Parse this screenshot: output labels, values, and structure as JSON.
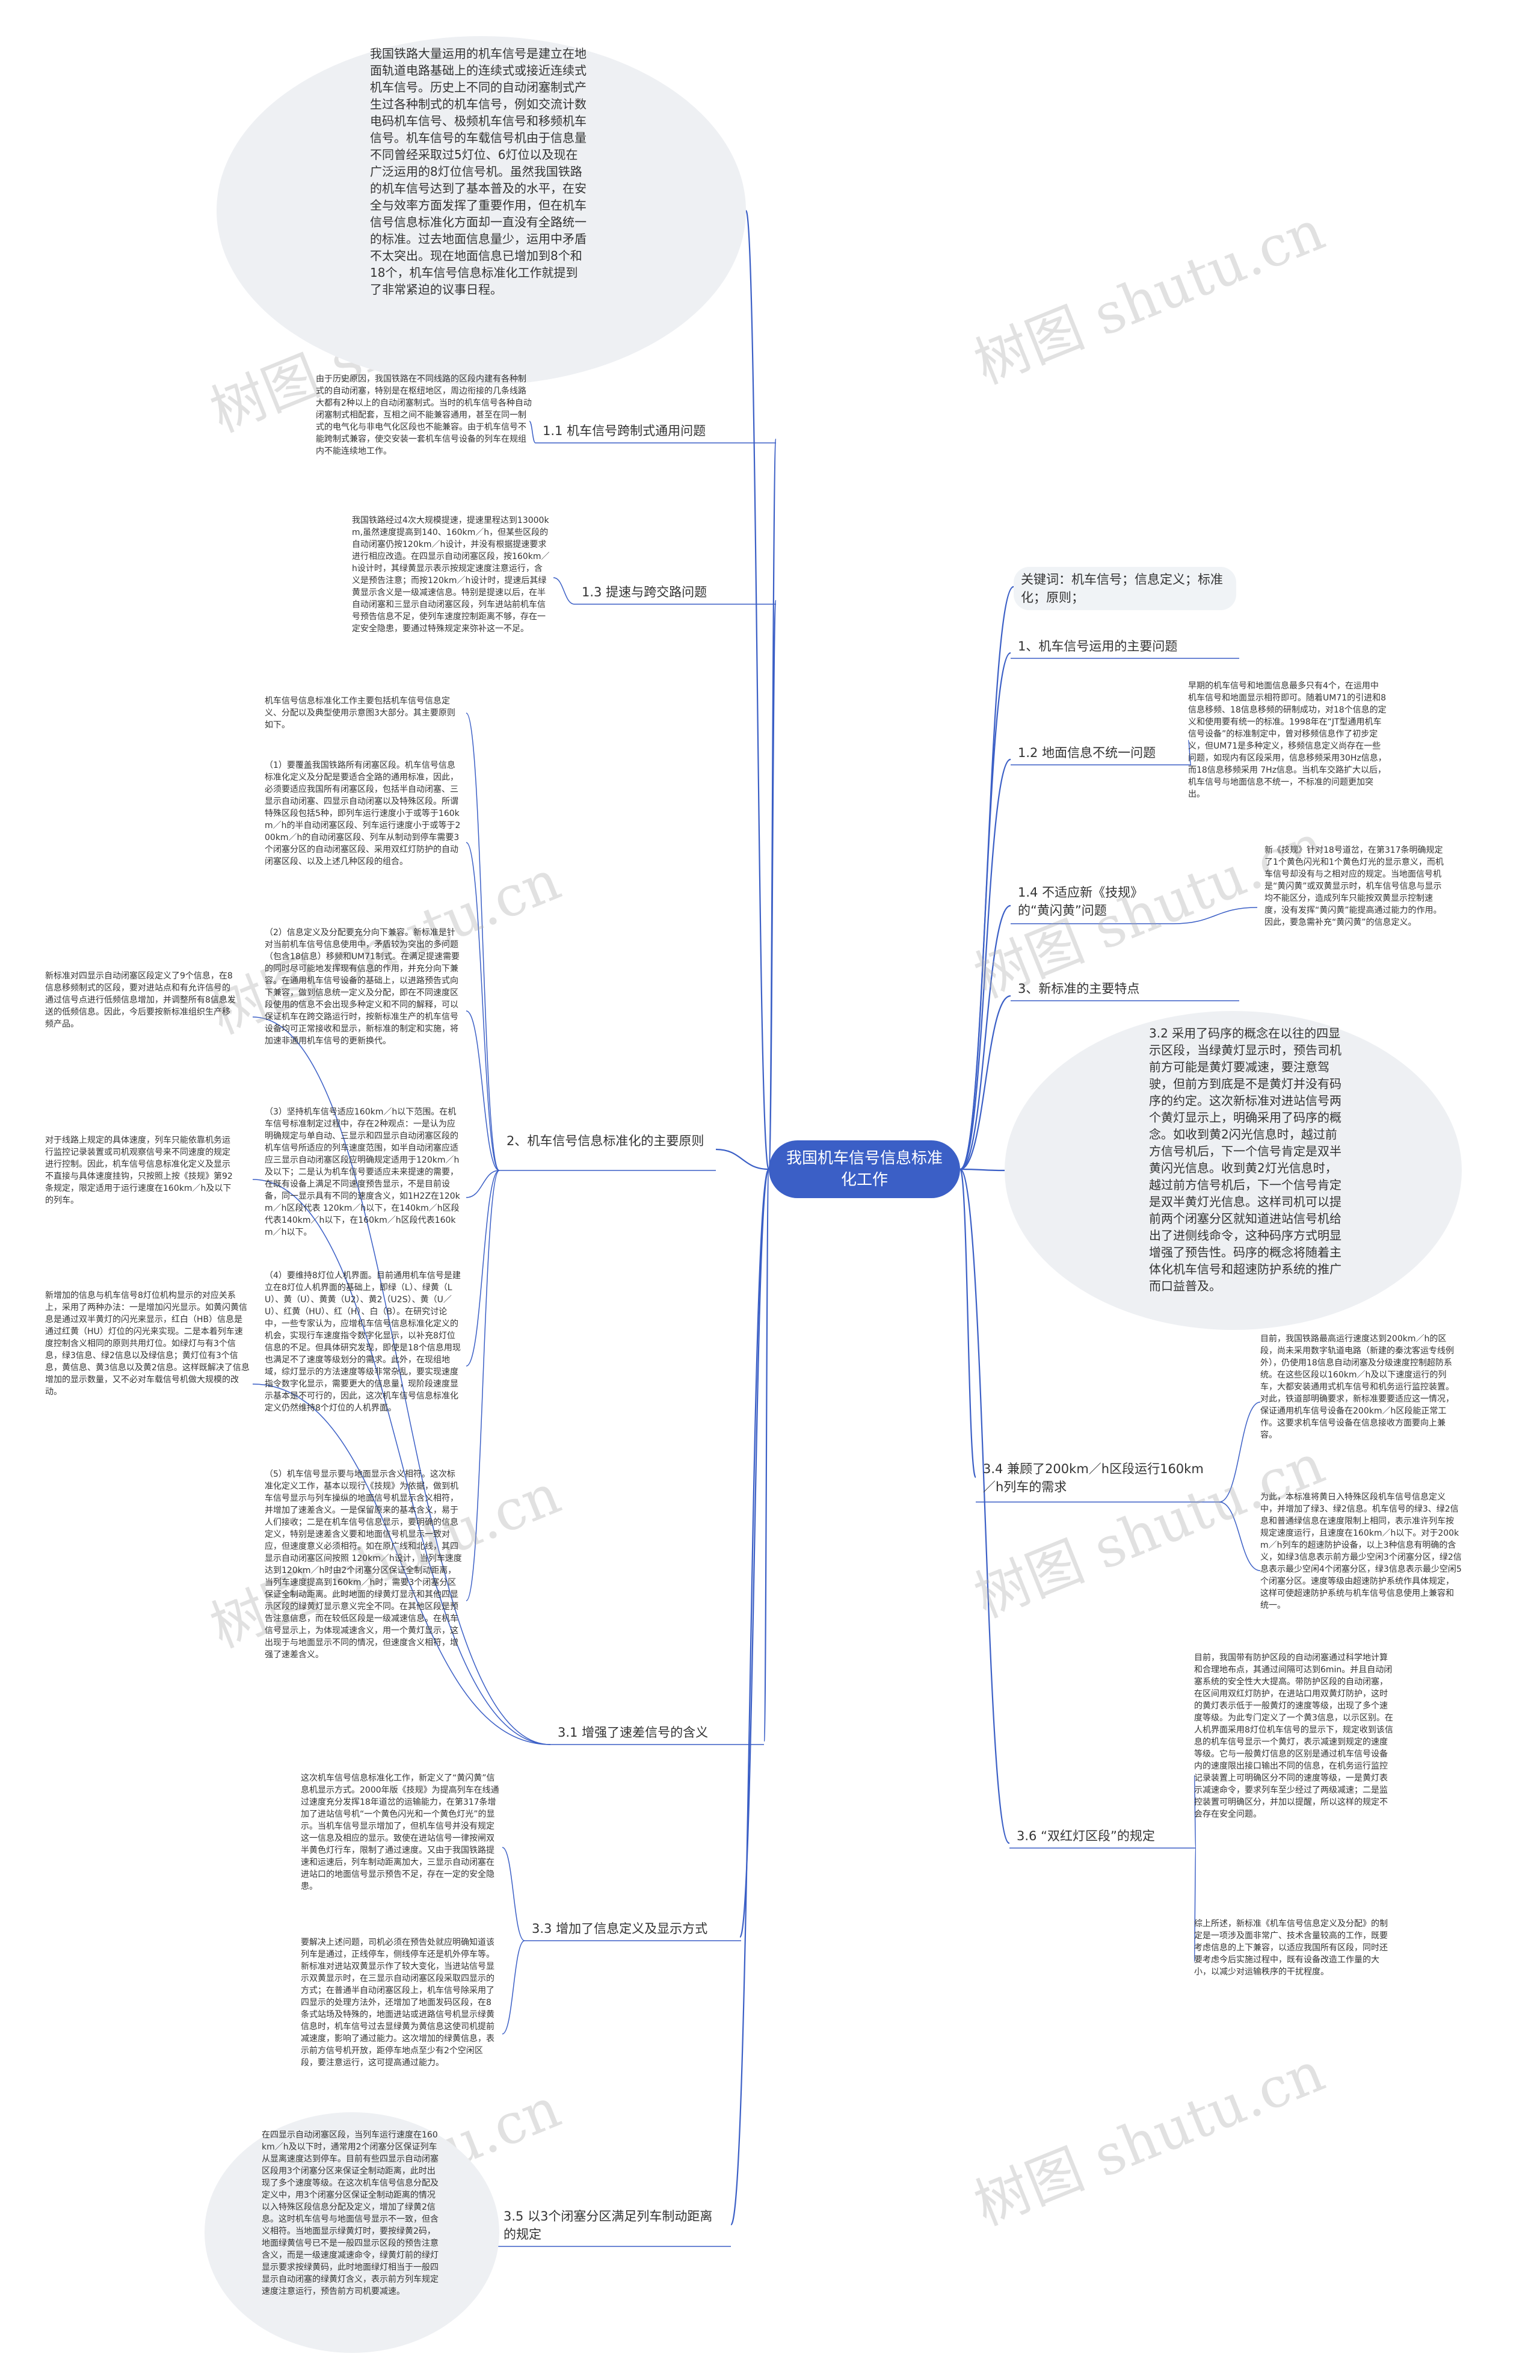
{
  "center": "我国机车信号信息标准化工作",
  "intro": "我国铁路大量运用的机车信号是建立在地面轨道电路基础上的连续式或接近连续式机车信号。历史上不同的自动闭塞制式产生过各种制式的机车信号，例如交流计数电码机车信号、极频机车信号和移频机车信号。机车信号的车载信号机由于信息量不同曾经采取过5灯位、6灯位以及现在广泛运用的8灯位信号机。虽然我国铁路的机车信号达到了基本普及的水平，在安全与效率方面发挥了重要作用，但在机车信号信息标准化方面却一直没有全路统一的标准。过去地面信息量少，运用中矛盾不太突出。现在地面信息已增加到8个和18个，机车信号信息标准化工作就提到了非常紧迫的议事日程。",
  "left": {
    "b11": {
      "label": "1.1 机车信号跨制式通用问题",
      "text": "由于历史原因，我国铁路在不同线路的区段内建有各种制式的自动闭塞，特别是在枢纽地区，周边衔接的几条线路大都有2种以上的自动闭塞制式。当时的机车信号各种自动闭塞制式相配套，互相之间不能兼容通用，甚至在同一制式的电气化与非电气化区段也不能兼容。由于机车信号不能跨制式兼容，使交安装一套机车信号设备的列车在规组内不能连续地工作。"
    },
    "b13": {
      "label": "1.3 提速与跨交路问题",
      "text": "我国铁路经过4次大规模提速，提速里程达到13000km,虽然速度提高到140、160km／h，但某些区段的自动闭塞仍按120km／h设计，并没有根据提速要求进行相应改造。在四显示自动闭塞区段，按160km／h设计时，其绿黄显示表示按规定速度注意运行，含义是预告注意；而按120km／h设计时，提速后其绿黄显示含义是一级减速信息。特别是提速以后，在半自动闭塞和三显示自动闭塞区段，列车进站前机车信号预告信息不足，使列车速度控制距离不够，存在一定安全隐患，要通过特殊规定来弥补这一不足。"
    },
    "b2": {
      "label": "2、机车信号信息标准化的主要原则",
      "texts": [
        "机车信号信息标准化工作主要包括机车信号信息定义、分配以及典型使用示意图3大部分。其主要原则如下。",
        "（1）要覆盖我国铁路所有闭塞区段。机车信号信息标准化定义及分配是要适合全路的通用标准，因此，必须要适应我国所有闭塞区段，包括半自动闭塞、三显示自动闭塞、四显示自动闭塞以及特殊区段。所谓特殊区段包括5种，即列车运行速度小于或等于160km／h的半自动闭塞区段、列车运行速度小于或等于200km／h的自动闭塞区段、列车从制动到停车需要3个闭塞分区的自动闭塞区段、采用双红灯防护的自动闭塞区段、以及上述几种区段的组合。",
        "（2）信息定义及分配要充分向下兼容。新标准是针对当前机车信号信息使用中，矛盾较为突出的多问题（包含18信息）移频和UM71制式。在满足提速需要的同时尽可能地发挥现有信息的作用，并充分向下兼容。在通用机车信号设备的基础上，以进路预告式向下兼容，做到信息统一定义及分配，即在不同速度区段使用的信息不会出现多种定义和不同的解释，可以保证机车在跨交路运行时，按新标准生产的机车信号设备均可正常接收和显示，新标准的制定和实施，将加速非通用机车信号的更新换代。",
        "（3）坚持机车信号适应160km／h以下范围。在机车信号标准制定过程中，存在2种观点：一是认为应明确规定与单自动、三显示和四显示自动闭塞区段的机车信号所适应的列车速度范围，如半自动闭塞应适应三显示自动闭塞区段应明确规定适用于120km／h及以下；二是认为机车信号要适应未来提速的需要，在既有设备上满足不同速度预告显示，不是目前设备，同一显示具有不同的速度含义，如1H2Z在120km／h区段代表 120km／h以下，在140km／h区段代表140km／h以下，在160km／h区段代表160km／h以下。",
        "（4）要维持8灯位人机界面。目前通用机车信号是建立在8灯位人机界面的基础上，即绿（L）、绿黄（LU）、黄（U）、黄黄（U2）、黄2（U2S）、黄（U／U）、红黄（HU）、红（H）、白（B）。在研究讨论中，一些专家认为，应增机车信号信息标准化定义的机会，实现行车速度指令数字化显示，以补充8灯位信息的不足。但具体研究发现，即使是18个信息用现也满足不了速度等级划分的需求。此外，在现组地域，综灯显示的方法速度等级非常杂乱，要实现速度指令数字化显示，需要更大的信息量，现阶段速度显示基本是不可行的，因此，这次机车信号信息标准化定义仍然维持8个灯位的人机界面。",
        "（5）机车信号显示要与地面显示含义相符。这次标准化定义工作，基本以现行《技规》为依据，做到机车信号显示与列车操纵的地面信号机显示含义相符，并增加了速差含义。一是保留原来的基本含义，易于人们接收；二是在机车信号信息显示，要明确的信息定义，特别是速差含义要和地面信号机显示一致对应，但速度意义必须相符。如在原广线和北线，其四显示自动闭塞区间按照 120km／h设计，当列车速度达到120km／h时由2个闭塞分区保证全制动距离，当列车速度提高到160km／h时，需要3个闭塞分区保证全制动距离。此时地面的绿黄灯显示和其他四显示区段的绿黄灯显示意义完全不同。在其他区段是预告注意信息，而在较低区段是一级减速信息。在机车信号显示上，为体现减速含义，用一个黄灯显示，这出现于与地面显示不同的情况，但速度含义相符，增强了速差含义。"
      ]
    },
    "b31": {
      "label": "3.1 增强了速差信号的含义",
      "notes": [
        "新标准对四显示自动闭塞区段定义了9个信息，在8信息移频制式的区段，要对进站点和有允许信号的通过信号点进行低频信息增加，并调整所有8信息发送的低频信息。因此，今后要按新标准组织生产移频产品。",
        "对于线路上规定的具体速度，列车只能依靠机务运行监控记录装置或司机观察信号来不同速度的规定进行控制。因此，机车信号信息标准化定义及显示不直接与具体速度挂钩，只按照上按《技规》第92条规定，限定适用于运行速度在160km／h及以下的列车。",
        "新增加的信息与机车信号8灯位机构显示的对应关系上，采用了两种办法：一是增加闪光显示。如黄闪黄信息是通过双半黄灯的闪光来显示，红白（HB）信息是通过红黄（HU）灯位的闪光来实现。二是本着列车速度控制含义相同的原则共用灯位。如绿灯与有3个信息，绿3信息、绿2信息以及绿信息；黄灯位有3个信息，黄信息、黄3信息以及黄2信息。这样既解决了信息增加的显示数量，又不必对车载信号机做大规模的改动。"
      ]
    },
    "b33": {
      "label": "3.3 增加了信息定义及显示方式",
      "texts": [
        "这次机车信号信息标准化工作，新定义了“黄闪黄”信息机显示方式。2000年版《技规》为提高列车在线通过速度充分发挥18年道岔的运输能力，在第317条增加了进站信号机“一个黄色闪光和一个黄色灯光”的显示。当机车信号显示增加了，但机车信号并没有规定这一信息及相应的显示。致使在进站信号一律按闸双半黄色灯行车，限制了通过速度。又由于我国铁路提速和运速后，列车制动距离加大，三显示自动闭塞在进站口的地面信号显示预告不足，存在一定的安全隐患。",
        "要解决上述问题，司机必须在预告处就应明确知道该列车是通过，正线停车，侧线停车还是机外停车等。新标准对进站双黄显示作了较大变化，当进站信号显示双黄显示时，在三显示自动闭塞区段采取四显示的方式；在普通半自动闭塞区段上，机车信号除采用了四显示的处理方法外，还增加了地面发码区段，在8条式站场及特殊的，地面进站或进路信号机显示绿黄信息时，机车信号过去显绿黄为黄信息这使司机提前减速度，影响了通过能力。这次增加的绿黄信息，表示前方信号机开放，距停车地点至少有2个空闲区段，要注意运行，这可提高通过能力。"
      ]
    },
    "b35": {
      "label": "3.5 以3个闭塞分区满足列车制动距离的规定",
      "text": "在四显示自动闭塞区段，当列车运行速度在160km／h及以下时，通常用2个闭塞分区保证列车从显离速度达到停车。目前有些四显示自动闭塞区段用3个闭塞分区来保证全制动距离，此时出现了多个速度等级。在这次机车信号信息分配及定义中，用3个闭塞分区保证全制动距离的情况以入特殊区段信息分配及定义，增加了绿黄2信息。这时机车信号与地面信号显示不一致，但含义相符。当地面显示绿黄灯时，要按绿黄2码，地面绿黄信号已不是一般四显示区段的预告注意含义，而是一级速度减速命令，绿黄灯前的绿灯显示要求按绿黄码，此时地面绿灯相当于一般四显示自动闭塞的绿黄灯含义，表示前方列车规定速度注意运行，预告前方司机要减速。"
    }
  },
  "right": {
    "keywords": "关键词：机车信号；信息定义；标准化；原则；",
    "r1": "1、机车信号运用的主要问题",
    "b12": {
      "label": "1.2 地面信息不统一问题",
      "text": "早期的机车信号和地面信息最多只有4个，在运用中机车信号和地面显示相符即可。随着UM71的引进和8信息移频、18信息移频的研制成功，对18个信息的定义和使用要有统一的标准。1998年在“JT型通用机车信号设备”的标准制定中，曾对移频信息作了初步定义，但UM71是多种定义，移频信息定义尚存在一些问题，如现内有区段采用，信息移频采用30Hz信息，而18信息移频采用 7Hz信息。当机车交路扩大以后，机车信号与地面信息不统一，不标准的问题更加突出。"
    },
    "b14": {
      "label": "1.4 不适应新《技规》的“黄闪黄”问题",
      "text": "新《技规》针对18号道岔，在第317条明确规定了1个黄色闪光和1个黄色灯光的显示意义，而机车信号却没有与之相对应的规定。当地面信号机是“黄闪黄”或双黄显示时，机车信号信息与显示均不能区分，造成列车只能按双黄显示控制速度，没有发挥“黄闪黄”能提高通过能力的作用。因此，要急需补充“黄闪黄”的信息定义。"
    },
    "r3": "3、新标准的主要特点",
    "b32": "3.2 采用了码序的概念在以往的四显示区段，当绿黄灯显示时，预告司机前方可能是黄灯要减速，要注意驾驶，但前方到底是不是黄灯并没有码序的约定。这次新标准对进站信号两个黄灯显示上，明确采用了码序的概念。如收到黄2闪光信息时，越过前方信号机后，下一个信号肯定是双半黄闪光信息。收到黄2灯光信息时，越过前方信号机后，下一个信号肯定是双半黄灯光信息。这样司机可以提前两个闭塞分区就知道进站信号机给出了进侧线命令，这种码序方式明显增强了预告性。码序的概念将随着主体化机车信号和超速防护系统的推广而口益普及。",
    "b34": {
      "label": "3.4 兼顾了200km／h区段运行160km／h列车的需求",
      "texts": [
        "目前，我国铁路最高运行速度达到200km／h的区段，尚未采用数字轨道电路（新建的秦沈客运专线例外），仍使用18信息自动闭塞及分级速度控制超防系统。在这些区段以160km／h及以下速度运行的列车，大都安装通用式机车信号和机务运行监控装置。对此，铁道部明确要求，新标准要要适应这一情况，保证通用机车信号设备在200km／h区段能正常工作。这要求机车信号设备在信息接收方面要向上兼容。",
        "为此，本标准将黄日入特殊区段机车信号信息定义中，并增加了绿3、绿2信息。机车信号的绿3、绿2信息和普通绿信息在速度限制上相同，表示准许列车按规定速度运行，且速度在160km／h以下。对于200km／h列车的超速防护设备，以上3种信息有明确的含义，如绿3信息表示前方最少空闲3个闭塞分区，绿2信息表示最少空闲4个闭塞分区，绿3信息表示最少空闲5个闭塞分区。速度等级由超速防护系统作具体规定，这样可使超速防护系统与机车信号信息使用上兼容和统一。"
      ]
    },
    "b36": {
      "label": "3.6 “双红灯区段”的规定",
      "texts": [
        "目前，我国带有防护区段的自动闭塞通过科学地计算和合理地布点，其通过间隔可达到6min。并且自动闭塞系统的安全性大大提高。带防护区段的自动闭塞，在区间用双红灯防护，在进站口用双黄灯防护，这时的黄灯表示低于一般黄灯的速度等级，出现了多个速度等级。为此专门定义了一个黄3信息，以示区别。在人机界面采用8灯位机车信号的显示下，规定收到该信息的机车信号显示一个黄灯，表示减速到规定的速度等级。它与一般黄灯信息的区别是通过机车信号设备内的速度限出接口输出不同的信息，在机务运行监控记录装置上可明确区分不同的速度等级，一是黄灯表示减速命令，要求列车至少经过了两级减速；二是监控装置可明确区分，并加以提醒，所以这样的规定不会存在安全问题。",
        "综上所述，新标准《机车信号信息定义及分配》的制定是一项涉及面非常广、技术含量较高的工作，既要考虑信息的上下兼容，以适应我国所有区段，同时还要考虑今后实施过程中，既有设备改造工作量的大小，以减少对运输秩序的干扰程度。"
      ]
    }
  },
  "watermark": "树图 shutu.cn"
}
